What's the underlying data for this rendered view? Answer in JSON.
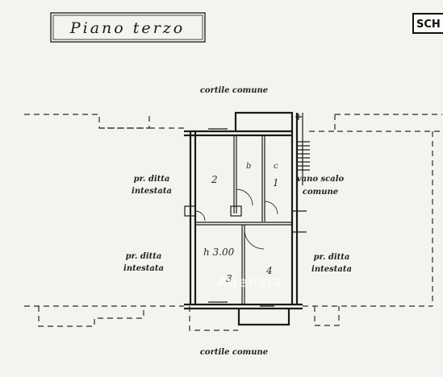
{
  "title_box": {
    "text": "Piano terzo"
  },
  "scheda_label": "SCH",
  "labels": {
    "courtyard_top": "cortile comune",
    "courtyard_bottom": "cortile comune",
    "owner_left_top_line1": "pr. ditta",
    "owner_left_top_line2": "intestata",
    "owner_left_bottom_line1": "pr. ditta",
    "owner_left_bottom_line2": "intestata",
    "owner_right_line1": "pr. ditta",
    "owner_right_line2": "intestata",
    "stair_line1": "vano scalo",
    "stair_line2": "comune"
  },
  "rooms": {
    "room_2": "2",
    "room_b": "b",
    "room_c": "c",
    "room_1": "1",
    "room_3": "3",
    "room_4": "4"
  },
  "annotations": {
    "height": "h 3.00"
  },
  "watermark": "Agenzia"
}
